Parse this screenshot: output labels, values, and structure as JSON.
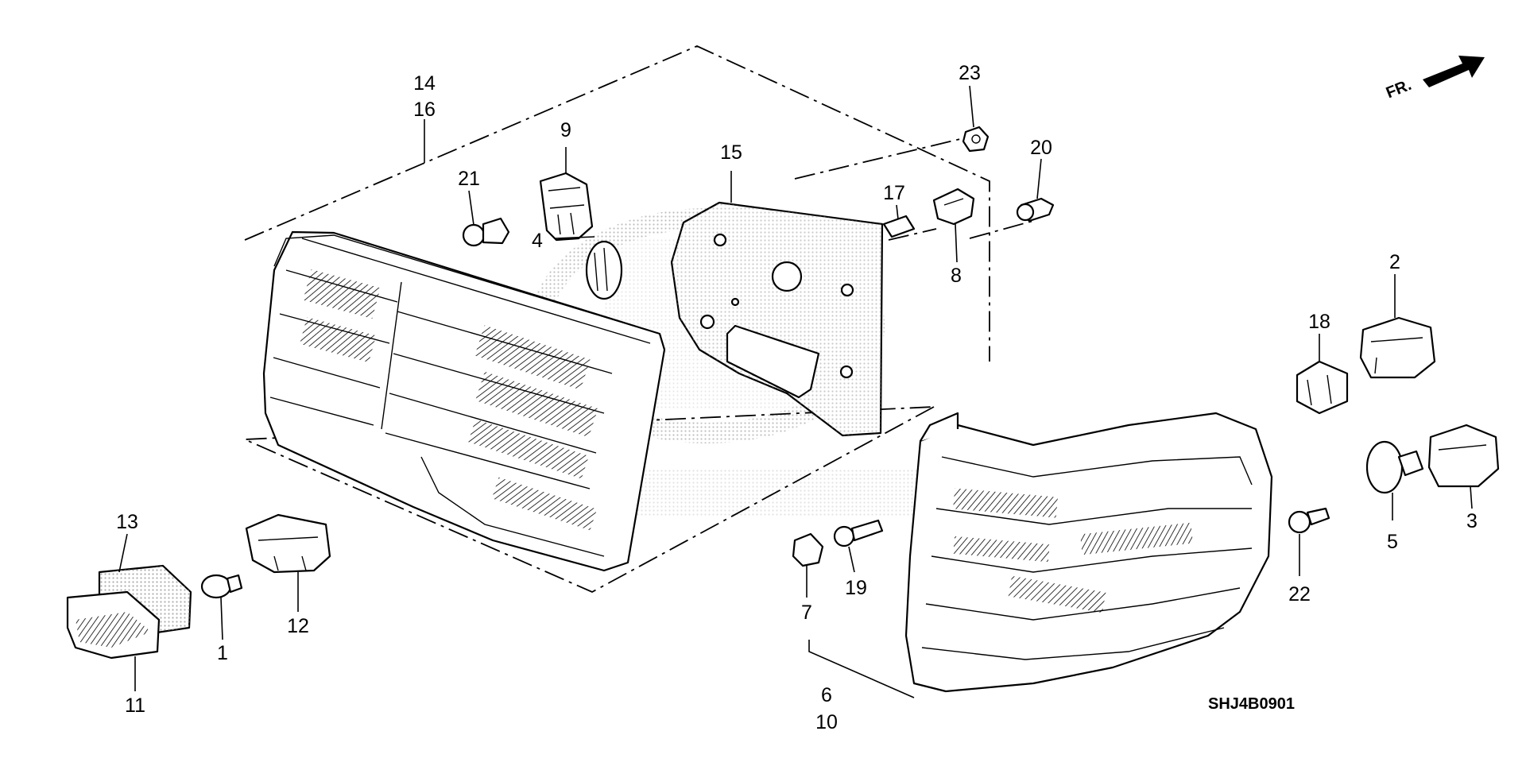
{
  "direction_label": "FR.",
  "diagram_code": "SHJ4B0901",
  "callouts": {
    "c1": "1",
    "c2": "2",
    "c3": "3",
    "c4": "4",
    "c5": "5",
    "c6": "6",
    "c7": "7",
    "c8": "8",
    "c9": "9",
    "c10": "10",
    "c11": "11",
    "c12": "12",
    "c13": "13",
    "c14": "14",
    "c15": "15",
    "c16": "16",
    "c17": "17",
    "c18": "18",
    "c19": "19",
    "c20": "20",
    "c21": "21",
    "c22": "22",
    "c23": "23"
  },
  "colors": {
    "ink": "#000000",
    "paper": "#ffffff",
    "watermark": "#9a9a9a"
  }
}
